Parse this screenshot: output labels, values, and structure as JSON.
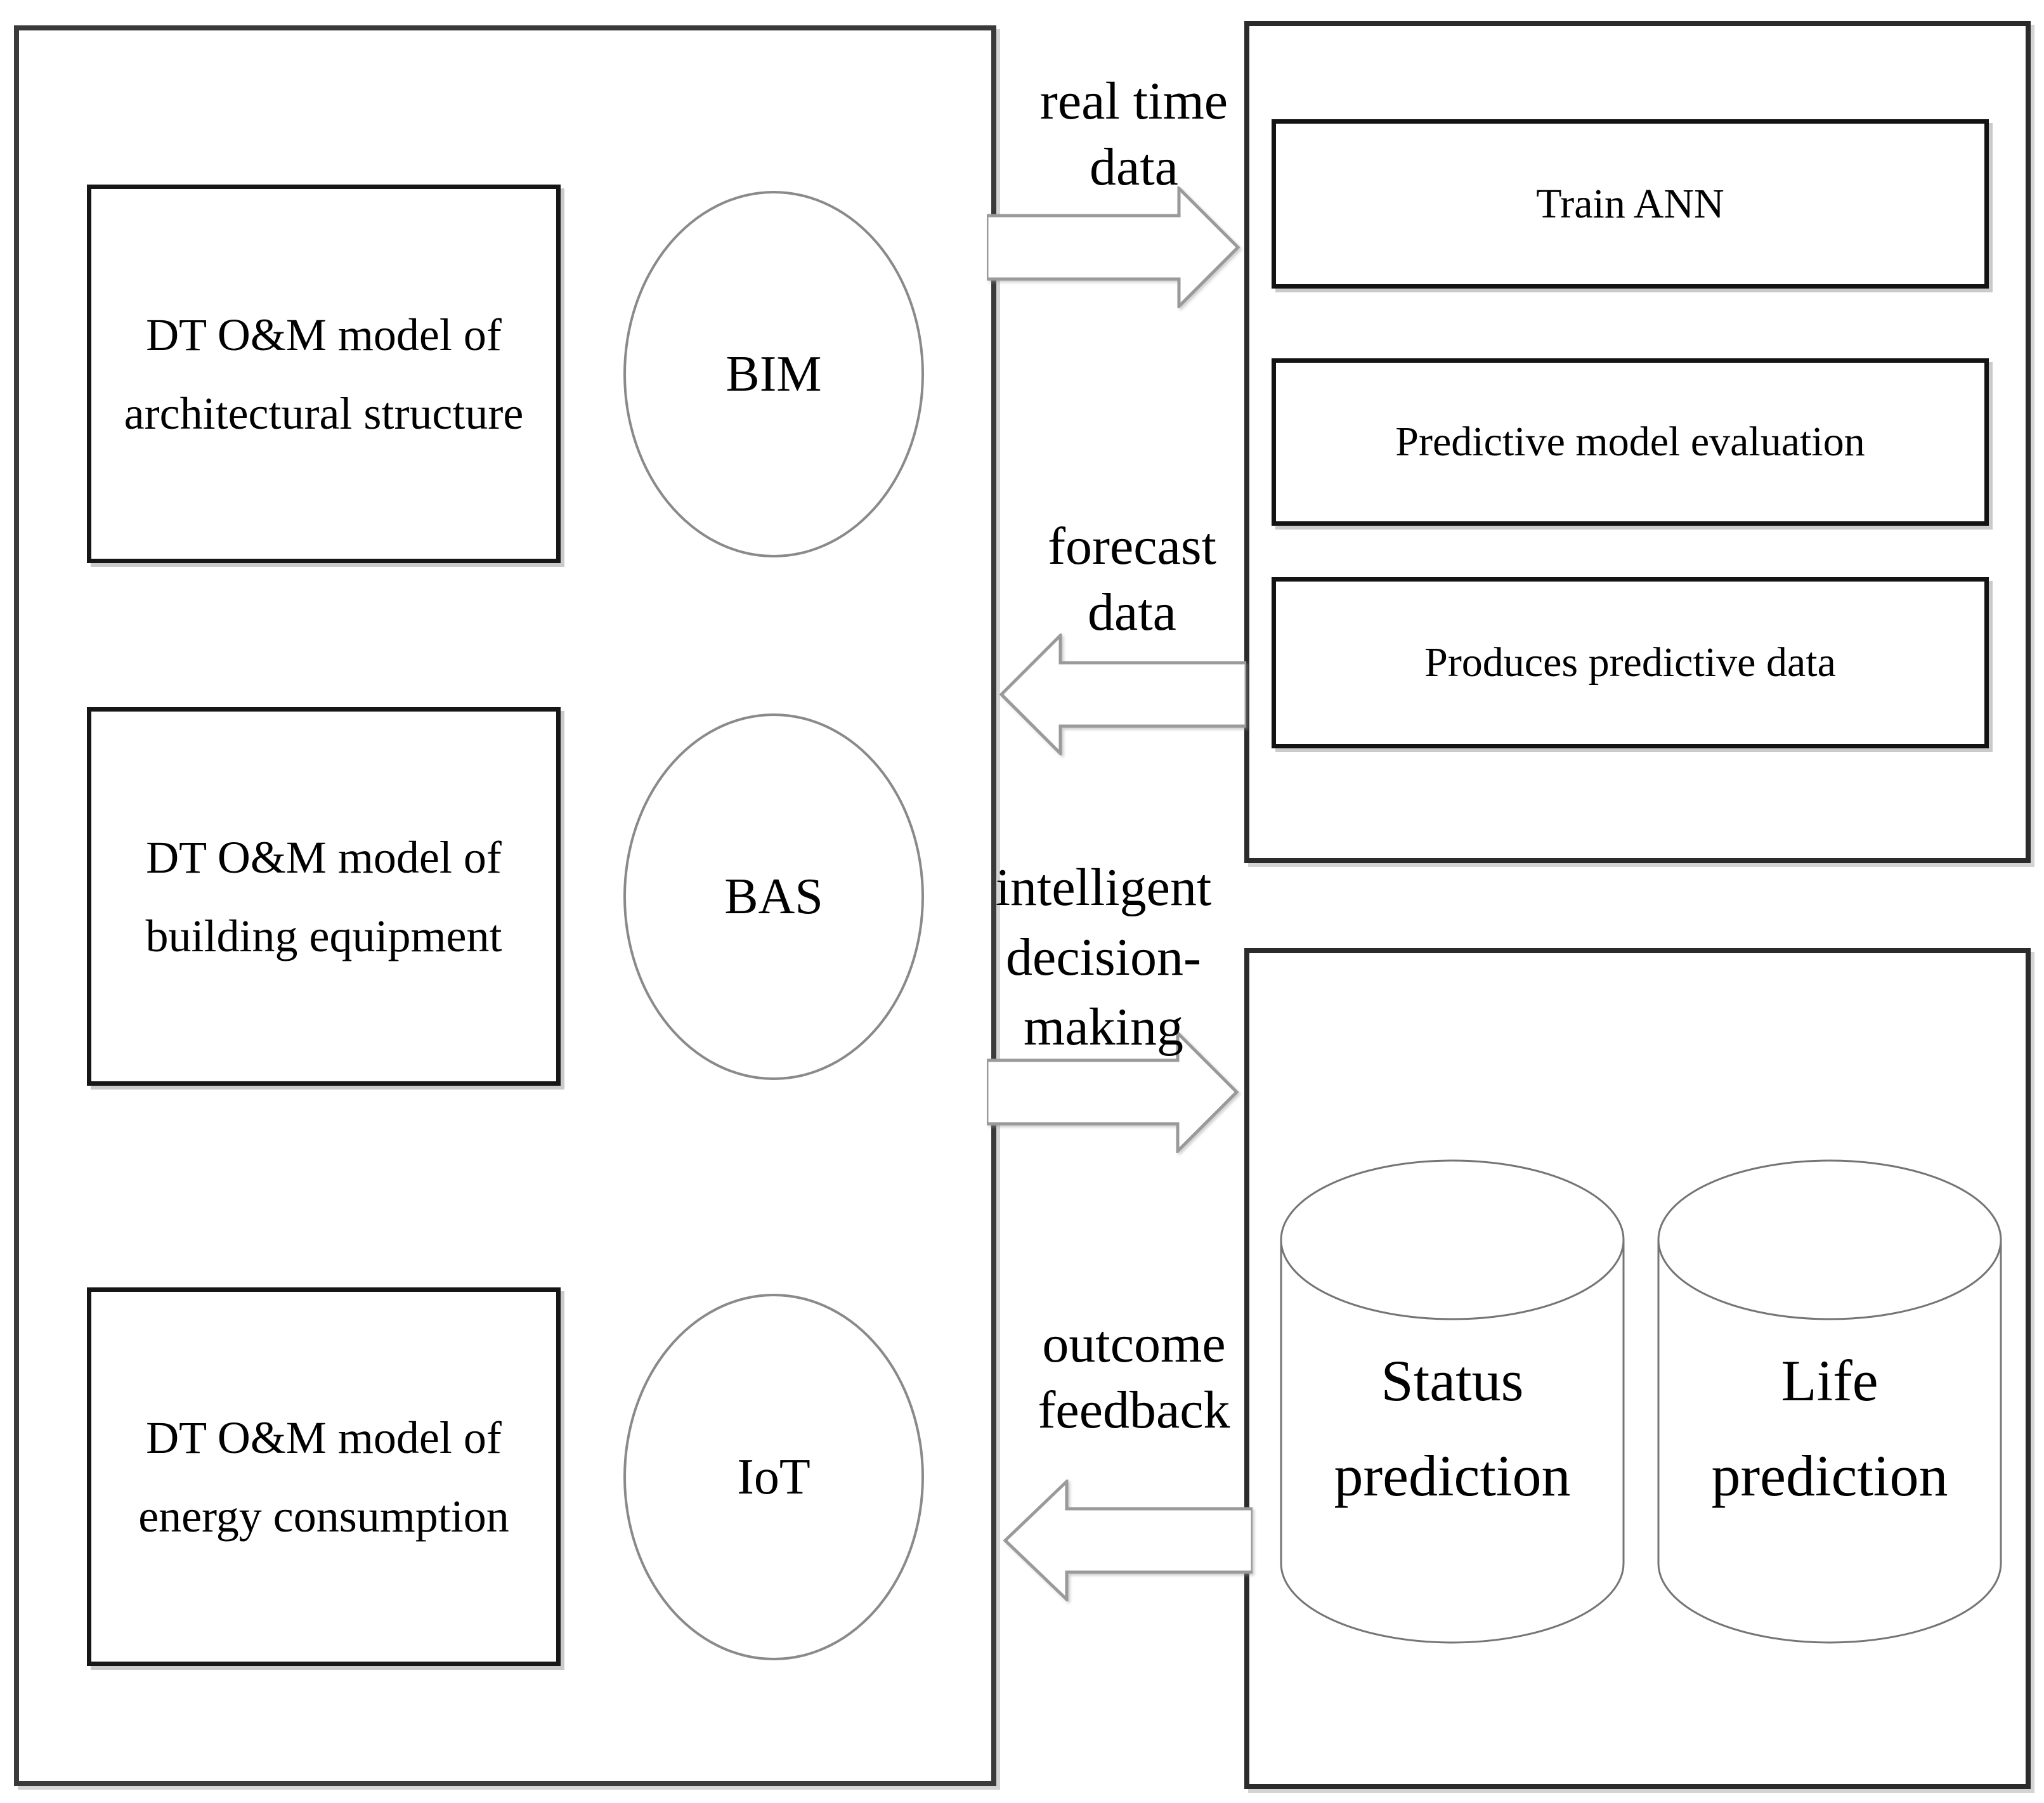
{
  "left_panel": {
    "models": [
      {
        "lines": [
          "DT O&M model of",
          "architectural structure"
        ],
        "system": "BIM"
      },
      {
        "lines": [
          "DT O&M model of",
          "building equipment"
        ],
        "system": "BAS"
      },
      {
        "lines": [
          "DT O&M model of",
          "energy consumption"
        ],
        "system": "IoT"
      }
    ]
  },
  "ann_panel": {
    "steps": [
      "Train ANN",
      "Predictive model evaluation",
      "Produces predictive data"
    ]
  },
  "prediction_panel": {
    "cylinders": [
      {
        "lines": [
          "Status",
          "prediction"
        ]
      },
      {
        "lines": [
          "Life",
          "prediction"
        ]
      }
    ]
  },
  "flows": [
    {
      "id": "real-time-data",
      "direction": "right",
      "lines": [
        "real time",
        "data"
      ]
    },
    {
      "id": "forecast-data",
      "direction": "left",
      "lines": [
        "forecast",
        "data"
      ]
    },
    {
      "id": "intelligent-decision-making",
      "direction": "right",
      "lines": [
        "intelligent",
        "decision-",
        "making"
      ]
    },
    {
      "id": "outcome-feedback",
      "direction": "left",
      "lines": [
        "outcome",
        "feedback"
      ]
    }
  ],
  "colors": {
    "background": "#ffffff",
    "box_border": "#1c1c1c",
    "ellipse_stroke": "#8a8a8a",
    "cylinder_stroke": "#757575",
    "arrow_stroke": "#9a9a9a",
    "arrow_fill": "#ffffff",
    "text": "#000000"
  }
}
